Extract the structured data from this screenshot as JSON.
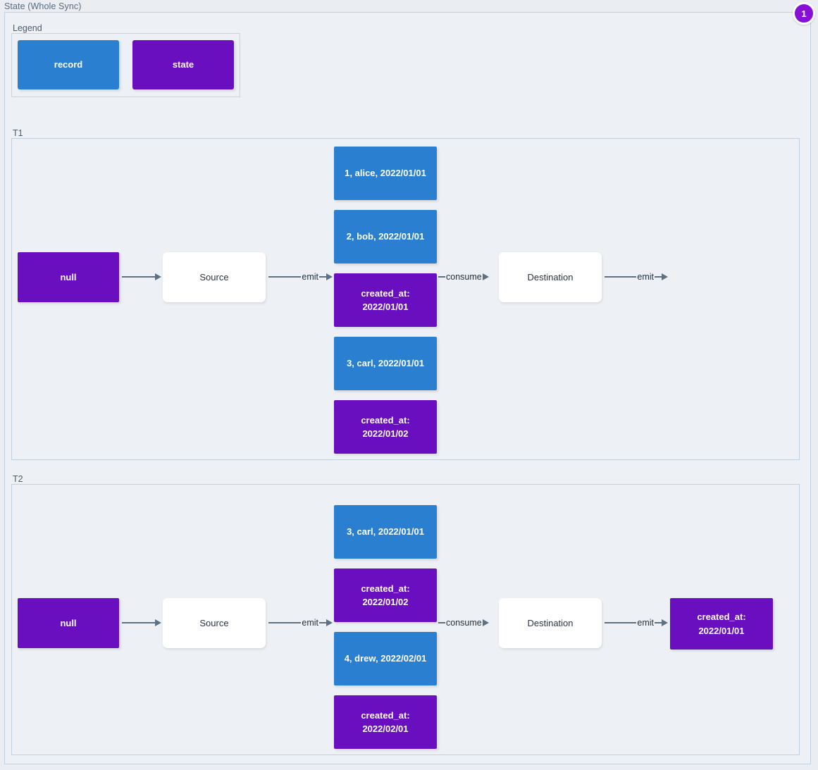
{
  "diagram": {
    "title": "State (Whole Sync)",
    "badge": "1",
    "colors": {
      "record": "#2a7fd1",
      "state": "#6a0fbf",
      "plain": "#ffffff",
      "edge": "#5d7182",
      "canvas": "#edf0f4",
      "frame_border": "#c3cfda",
      "badge": "#8a0fd6"
    }
  },
  "legend": {
    "title": "Legend",
    "items": [
      {
        "label": "record",
        "kind": "record"
      },
      {
        "label": "state",
        "kind": "state"
      }
    ]
  },
  "subgraphs": [
    {
      "label": "T1",
      "nodes": {
        "initial_state": "null",
        "source": "Source",
        "destination": "Destination",
        "stream": [
          {
            "label": "1, alice, 2022/01/01",
            "kind": "record"
          },
          {
            "label": "2, bob, 2022/01/01",
            "kind": "record"
          },
          {
            "label": "created_at:\n2022/01/01",
            "kind": "state"
          },
          {
            "label": "3, carl, 2022/01/01",
            "kind": "record"
          },
          {
            "label": "created_at:\n2022/01/02",
            "kind": "state"
          }
        ],
        "final_state": ""
      },
      "edges": {
        "state_to_source": "",
        "source_to_stream": "emit",
        "stream_to_destination": "consume",
        "destination_out": "emit"
      }
    },
    {
      "label": "T2",
      "nodes": {
        "initial_state": "null",
        "source": "Source",
        "destination": "Destination",
        "stream": [
          {
            "label": "3, carl, 2022/01/01",
            "kind": "record"
          },
          {
            "label": "created_at:\n2022/01/02",
            "kind": "state"
          },
          {
            "label": "4, drew, 2022/02/01",
            "kind": "record"
          },
          {
            "label": "created_at:\n2022/02/01",
            "kind": "state"
          }
        ],
        "final_state": "created_at:\n2022/01/01"
      },
      "edges": {
        "state_to_source": "",
        "source_to_stream": "emit",
        "stream_to_destination": "consume",
        "destination_out": "emit"
      }
    }
  ]
}
